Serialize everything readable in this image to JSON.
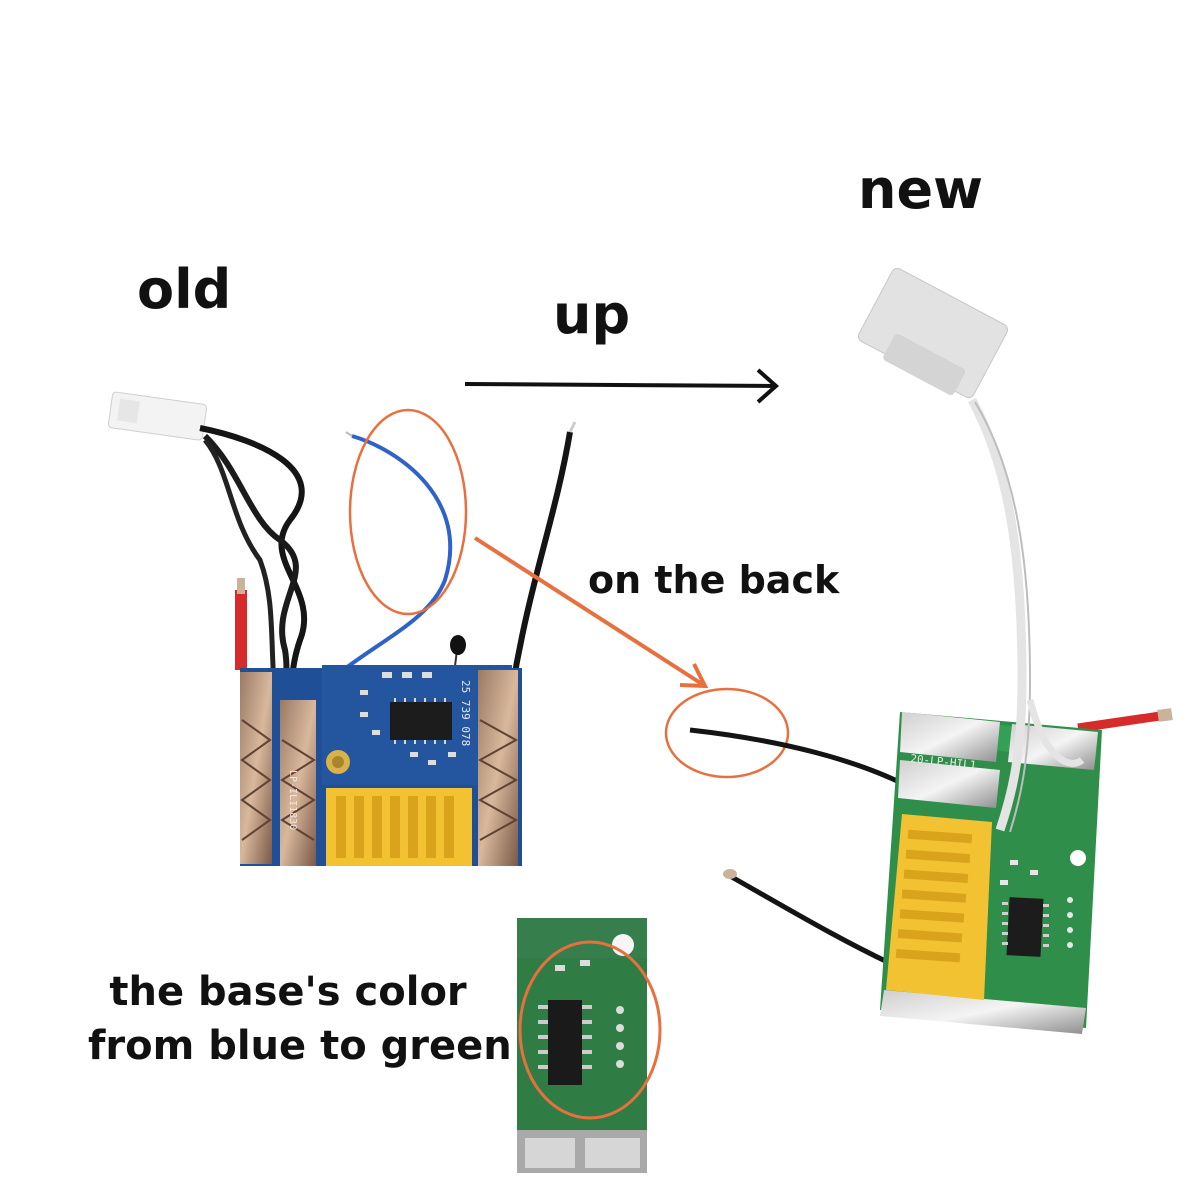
{
  "labels": {
    "new": "new",
    "old": "old",
    "up": "up",
    "on_the_back": "on the back",
    "base_color_line1": "the base's color",
    "base_color_line2": "from blue to green"
  },
  "board_text": {
    "old_part": "25 739 078",
    "old_model": "LP-ILI1830",
    "new_model": "20-LP-HIL1"
  },
  "colors": {
    "old_board": "#1f4f97",
    "new_board": "#2f8f4a",
    "connector": "#f2c232",
    "annotation": "#e8703e",
    "wire_blue": "#2f63c9",
    "wire_red": "#d62b2b"
  },
  "icons": [
    "right-arrow-icon",
    "annotation-arrow-icon",
    "highlight-ellipse-icon"
  ]
}
